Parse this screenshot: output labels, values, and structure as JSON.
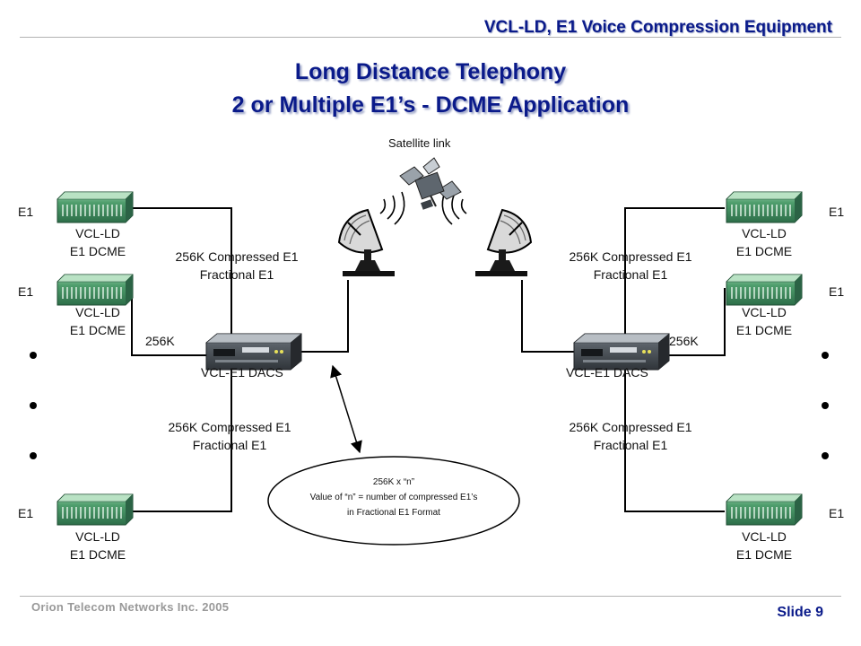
{
  "header": {
    "title": "VCL-LD, E1 Voice Compression Equipment"
  },
  "slide_title": {
    "line1": "Long Distance Telephony",
    "line2": "2 or Multiple E1’s - DCME Application"
  },
  "satellite": {
    "label": "Satellite link"
  },
  "left": {
    "e1_labels": [
      "E1",
      "E1",
      "E1"
    ],
    "dcme_labels": [
      {
        "line1": "VCL-LD",
        "line2": "E1 DCME"
      },
      {
        "line1": "VCL-LD",
        "line2": "E1 DCME"
      },
      {
        "line1": "VCL-LD",
        "line2": "E1 DCME"
      }
    ],
    "dacs_label": "VCL-E1 DACS",
    "rate_label": "256K",
    "upper_link": {
      "line1": "256K Compressed E1",
      "line2": "Fractional E1"
    },
    "lower_link": {
      "line1": "256K Compressed E1",
      "line2": "Fractional E1"
    }
  },
  "right": {
    "e1_labels": [
      "E1",
      "E1",
      "E1"
    ],
    "dcme_labels": [
      {
        "line1": "VCL-LD",
        "line2": "E1 DCME"
      },
      {
        "line1": "VCL-LD",
        "line2": "E1 DCME"
      },
      {
        "line1": "VCL-LD",
        "line2": "E1 DCME"
      }
    ],
    "dacs_label": "VCL-E1 DACS",
    "rate_label": "256K",
    "upper_link": {
      "line1": "256K Compressed E1",
      "line2": "Fractional E1"
    },
    "lower_link": {
      "line1": "256K Compressed E1",
      "line2": "Fractional E1"
    }
  },
  "callout": {
    "line1": "256K x “n”",
    "line2": "Value of “n” = number of compressed E1’s",
    "line3": "in Fractional E1 Format"
  },
  "footer": {
    "company": "Orion Telecom Networks Inc. 2005",
    "slide": "Slide 9"
  },
  "colors": {
    "title": "#0a1a8a",
    "device_body": "#3f8f62",
    "device_top": "#7fbf95",
    "dacs_body": "#4a4f55",
    "dacs_top": "#8c949c"
  }
}
